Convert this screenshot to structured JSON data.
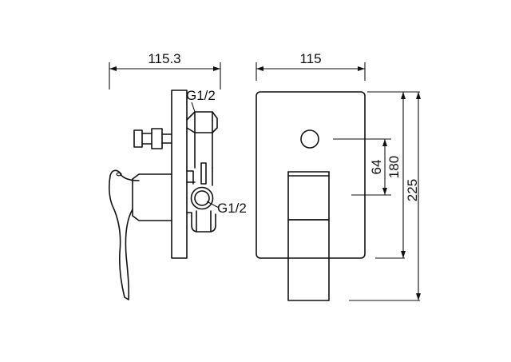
{
  "colors": {
    "line": "#111111",
    "background": "#ffffff"
  },
  "side_view": {
    "width_dim": "115.3",
    "thread_top": "G1/2",
    "thread_bottom": "G1/2"
  },
  "front_view": {
    "width_dim": "115",
    "height_dim_64": "64",
    "height_dim_180": "180",
    "height_dim_225": "225"
  }
}
